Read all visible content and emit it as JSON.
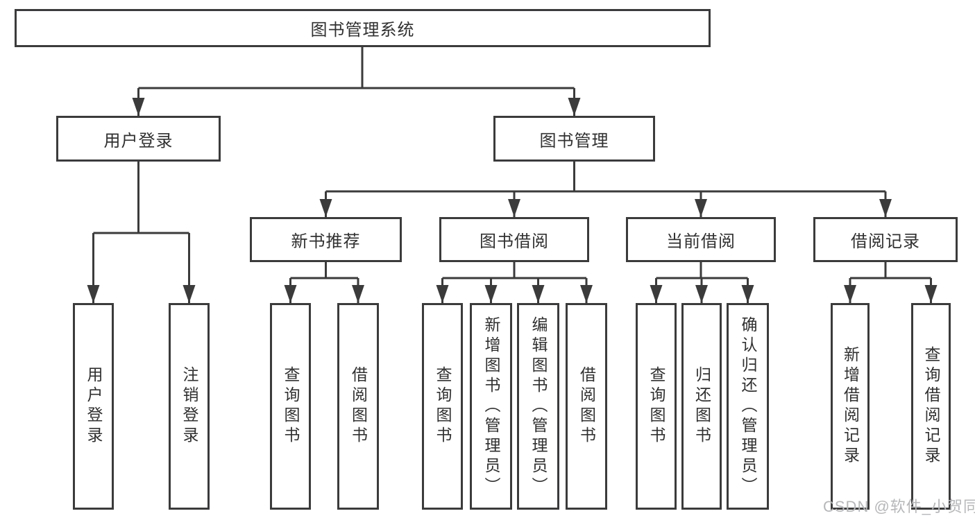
{
  "diagram": {
    "root": {
      "label": "图书管理系统"
    },
    "level2": [
      {
        "label": "用户登录"
      },
      {
        "label": "图书管理"
      }
    ],
    "level3": [
      {
        "label": "新书推荐"
      },
      {
        "label": "图书借阅"
      },
      {
        "label": "当前借阅"
      },
      {
        "label": "借阅记录"
      }
    ],
    "leaves": {
      "user_login": [
        "用户登录",
        "注销登录"
      ],
      "new_book_recommend": [
        "查询图书",
        "借阅图书"
      ],
      "book_borrow": [
        "查询图书",
        "新增图书（管理员）",
        "编辑图书（管理员）",
        "借阅图书"
      ],
      "current_borrow": [
        "查询图书",
        "归还图书",
        "确认归还（管理员）"
      ],
      "borrow_records": [
        "新增借阅记录",
        "查询借阅记录"
      ]
    }
  },
  "watermark": "CSDN @软件_小贺同学",
  "colors": {
    "line": "#3b3b3c",
    "text": "#303030",
    "watermark": "#b6b7b9",
    "background": "#ffffff"
  }
}
